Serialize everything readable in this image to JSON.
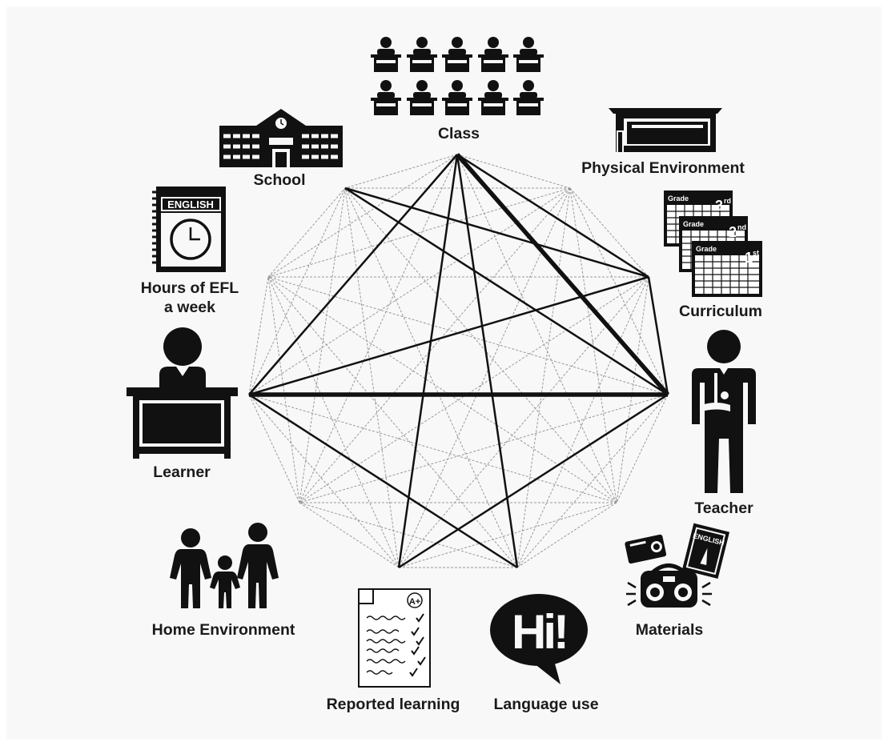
{
  "nodes": [
    {
      "id": "class",
      "label": "Class",
      "icon": "classroom-desks-icon"
    },
    {
      "id": "physical-environment",
      "label": "Physical Environment",
      "icon": "building-icon"
    },
    {
      "id": "curriculum",
      "label": "Curriculum",
      "icon": "grade-calendar-icon",
      "grades": [
        {
          "word": "Grade",
          "num": "3",
          "sup": "rd"
        },
        {
          "word": "Grade",
          "num": "2",
          "sup": "nd"
        },
        {
          "word": "Grade",
          "num": "1",
          "sup": "st"
        }
      ]
    },
    {
      "id": "teacher",
      "label": "Teacher",
      "icon": "teacher-icon"
    },
    {
      "id": "materials",
      "label": "Materials",
      "icon": "materials-icon",
      "book_title": "ENGLISH"
    },
    {
      "id": "language-use",
      "label": "Language use",
      "icon": "speech-bubble-icon",
      "bubble_text": "Hi!"
    },
    {
      "id": "reported-learning",
      "label": "Reported learning",
      "icon": "graded-paper-icon",
      "grade_mark": "A+"
    },
    {
      "id": "home-environment",
      "label": "Home Environment",
      "icon": "family-icon"
    },
    {
      "id": "learner",
      "label": "Learner",
      "icon": "learner-at-desk-icon"
    },
    {
      "id": "hours-efl",
      "label_lines": [
        "Hours of EFL",
        "a week"
      ],
      "icon": "clock-notebook-icon",
      "book_title": "ENGLISH"
    },
    {
      "id": "school",
      "label": "School",
      "icon": "school-building-icon"
    }
  ],
  "connections": {
    "strong": [
      [
        "class",
        "teacher"
      ],
      [
        "learner",
        "teacher"
      ]
    ],
    "medium": [
      [
        "class",
        "learner"
      ],
      [
        "class",
        "curriculum"
      ],
      [
        "class",
        "reported-learning"
      ],
      [
        "class",
        "language-use"
      ],
      [
        "school",
        "curriculum"
      ],
      [
        "school",
        "teacher"
      ],
      [
        "learner",
        "curriculum"
      ],
      [
        "learner",
        "language-use"
      ],
      [
        "teacher",
        "reported-learning"
      ],
      [
        "teacher",
        "curriculum"
      ]
    ],
    "all_pairs_dashed": true
  },
  "colors": {
    "ink": "#111111",
    "background": "#f8f8f8",
    "dashed": "#9a9a9a"
  }
}
